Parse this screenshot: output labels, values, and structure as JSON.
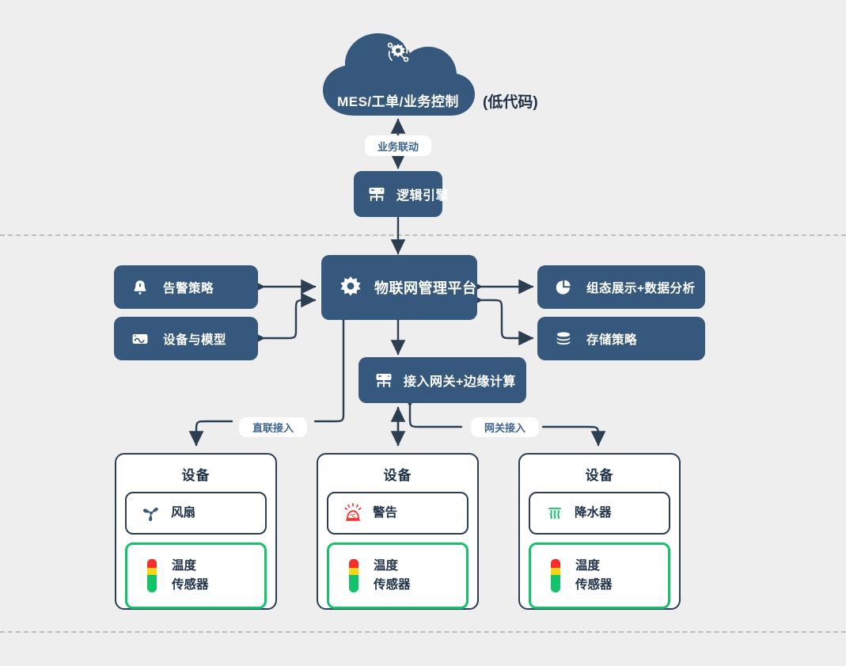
{
  "meta": {
    "background": "#eeeeee",
    "node_fill": "#35587c",
    "node_text": "#ffffff",
    "accent_green": "#13c26b",
    "edge_color": "#2b3e52",
    "pill_text": "#3d6591",
    "dark_text": "#1f3247"
  },
  "cloud": {
    "label": "MES/工单/业务控制",
    "icon": "gear-network-icon",
    "side_note": "(低代码)"
  },
  "nodes": {
    "logic_engine": {
      "label": "逻辑引擎",
      "icon": "gateway-icon"
    },
    "platform": {
      "label": "物联网管理平台",
      "icon": "gear-icon"
    },
    "alarm_policy": {
      "label": "告警策略",
      "icon": "bell-icon"
    },
    "device_model": {
      "label": "设备与模型",
      "icon": "device-panel-icon"
    },
    "visual_analytics": {
      "label": "组态展示+数据分析",
      "icon": "pie-chart-icon"
    },
    "storage_policy": {
      "label": "存储策略",
      "icon": "database-icon"
    },
    "gateway_edge": {
      "label": "接入网关+边缘计算",
      "icon": "gateway-icon"
    }
  },
  "edge_labels": {
    "business_link": "业务联动",
    "direct_access": "直联接入",
    "gateway_access": "网关接入"
  },
  "device_cards": [
    {
      "title": "设备",
      "rows": [
        {
          "icon": "fan-icon",
          "lines": [
            "风扇"
          ],
          "highlight": false
        },
        {
          "icon": "temperature-gauge-icon",
          "lines": [
            "温度",
            "传感器"
          ],
          "highlight": true
        }
      ]
    },
    {
      "title": "设备",
      "rows": [
        {
          "icon": "alarm-siren-icon",
          "lines": [
            "警告"
          ],
          "highlight": false
        },
        {
          "icon": "temperature-gauge-icon",
          "lines": [
            "温度",
            "传感器"
          ],
          "highlight": true
        }
      ]
    },
    {
      "title": "设备",
      "rows": [
        {
          "icon": "sprinkler-icon",
          "lines": [
            "降水器"
          ],
          "highlight": false
        },
        {
          "icon": "temperature-gauge-icon",
          "lines": [
            "温度",
            "传感器"
          ],
          "highlight": true
        }
      ]
    }
  ]
}
